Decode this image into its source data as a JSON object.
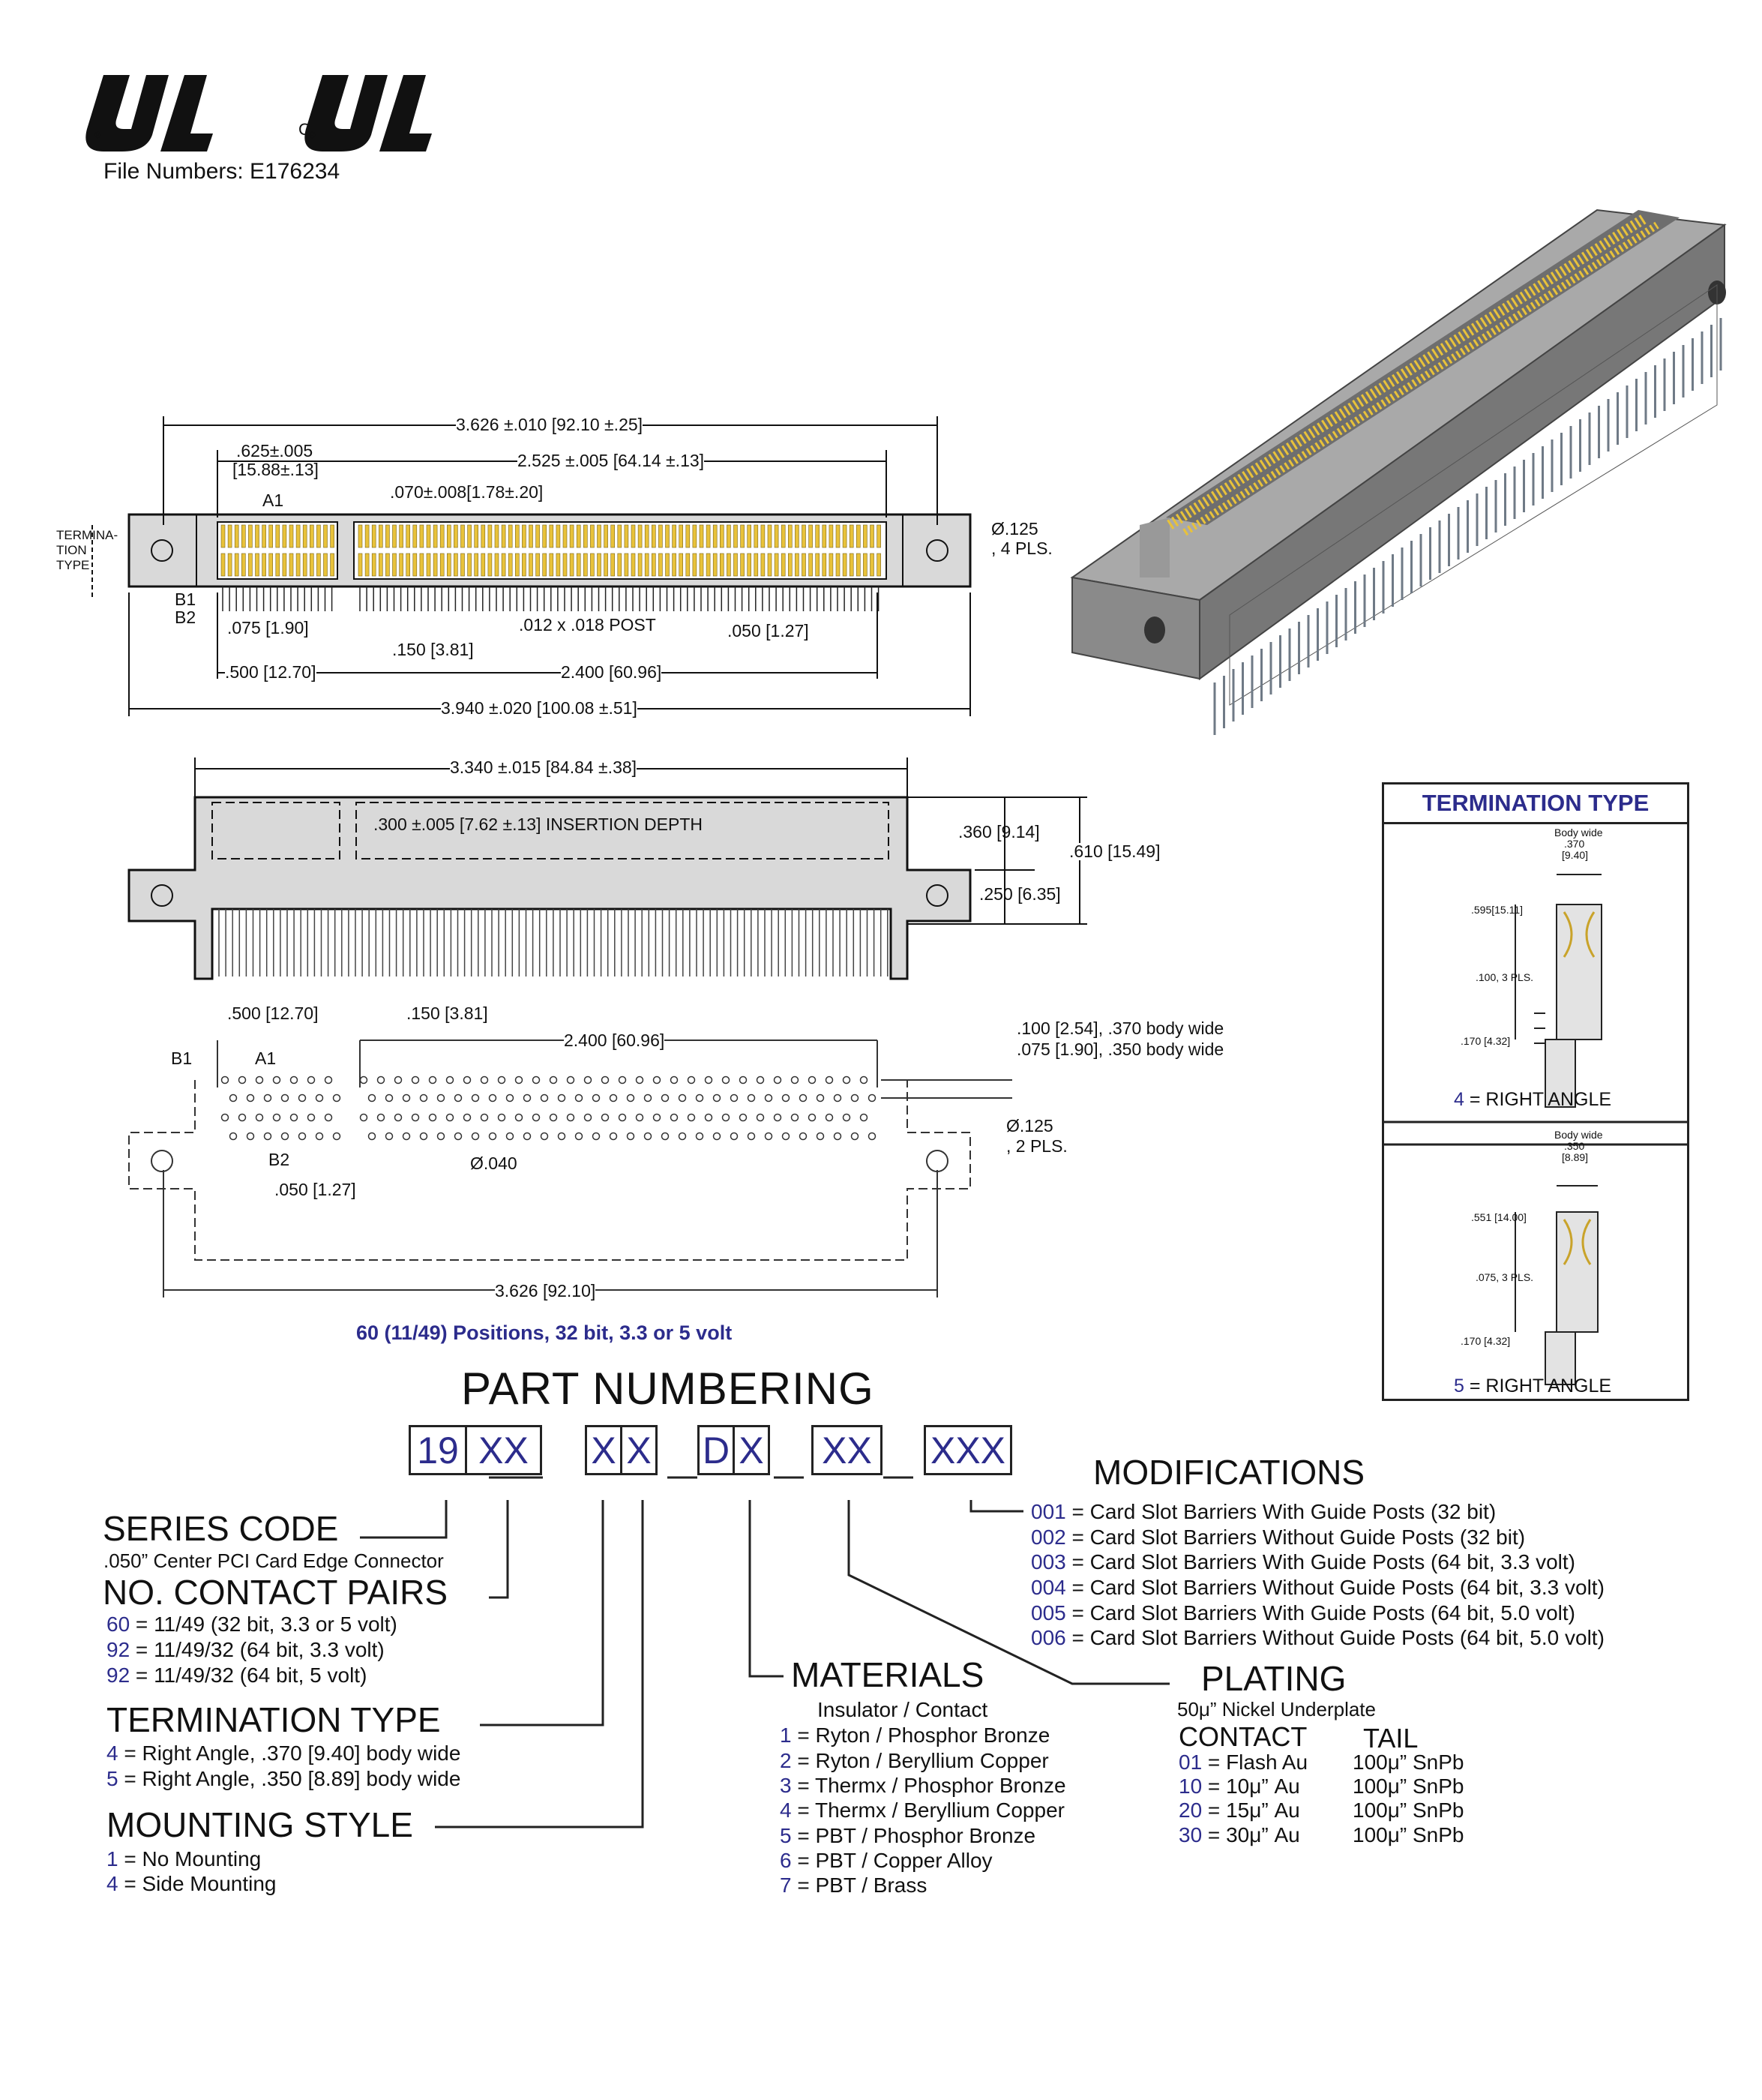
{
  "header": {
    "file_numbers": "File Numbers: E176234",
    "ul_mark_text": "UL",
    "registered": "®",
    "c_mark": "C",
    "c_registered": "®"
  },
  "top_view": {
    "dims": {
      "overall_length": "3.626 ±.010 [92.10 ±.25]",
      "first_offset": ".625±.005",
      "first_offset_mm": "[15.88±.13]",
      "second_length": "2.525 ±.005 [64.14 ±.13]",
      "key_width": ".070±.008[1.78±.20]",
      "a1": "A1",
      "termination": "TERMINA-",
      "termination2": "TION",
      "termination3": "TYPE",
      "hole": "Ø.125",
      "hole_pls": ", 4 PLS.",
      "b1": "B1",
      "b2": "B2",
      "pitch1": ".075 [1.90]",
      "post": ".012 x .018 POST",
      "pitch2": ".050 [1.27]",
      "pitch3": ".150 [3.81]",
      "row1": ".500 [12.70]",
      "row2": "2.400 [60.96]",
      "total": "3.940 ±.020 [100.08 ±.51]"
    }
  },
  "side_view": {
    "dims": {
      "width": "3.340 ±.015 [84.84 ±.38]",
      "insertion": ".300 ±.005 [7.62 ±.13] INSERTION DEPTH",
      "h1": ".360 [9.14]",
      "h2": ".610 [15.49]",
      "h3": ".250 [6.35]"
    }
  },
  "footprint": {
    "dims": {
      "d500": ".500 [12.70]",
      "d150": ".150 [3.81]",
      "d2400": "2.400 [60.96]",
      "wide370": ".100 [2.54], .370 body wide",
      "wide350": ".075 [1.90], .350 body wide",
      "b1": "B1",
      "a1": "A1",
      "b2": "B2",
      "hole": "Ø.125",
      "hole_pls": ", 2 PLS.",
      "drill": "Ø.040",
      "pitch": ".050 [1.27]",
      "span": "3.626 [92.10]"
    },
    "caption": "60 (11/49) Positions, 32 bit, 3.3 or 5 volt"
  },
  "termination_panel": {
    "title": "TERMINATION TYPE",
    "a": {
      "body_wide": "Body wide",
      "body_val": ".370",
      "body_mm": "[9.40]",
      "height": ".595[15.11]",
      "pls": ".100, 3 PLS.",
      "tail": ".170 [4.32]",
      "code": "4",
      "label": " = RIGHT ANGLE"
    },
    "b": {
      "body_wide": "Body wide",
      "body_val": ".350",
      "body_mm": "[8.89]",
      "height": ".551 [14.00]",
      "pls": ".075, 3 PLS.",
      "tail": ".170 [4.32]",
      "code": "5",
      "label": " = RIGHT ANGLE"
    }
  },
  "part_numbering": {
    "title": "PART NUMBERING",
    "boxes": [
      "19",
      "XX",
      "X",
      "X",
      "D",
      "X",
      "XX",
      "XXX"
    ],
    "series": {
      "title": "SERIES CODE",
      "desc": ".050” Center PCI Card Edge Connector"
    },
    "contact_pairs": {
      "title": "NO. CONTACT PAIRS",
      "items": [
        {
          "code": "60",
          "text": " = 11/49      (32 bit, 3.3 or 5 volt)"
        },
        {
          "code": "92",
          "text": " = 11/49/32 (64 bit, 3.3 volt)"
        },
        {
          "code": "92",
          "text": " = 11/49/32 (64 bit, 5 volt)"
        }
      ]
    },
    "termination": {
      "title": "TERMINATION TYPE",
      "items": [
        {
          "code": "4",
          "text": " = Right Angle, .370 [9.40] body wide"
        },
        {
          "code": "5",
          "text": " = Right Angle, .350 [8.89] body wide"
        }
      ]
    },
    "mounting": {
      "title": "MOUNTING STYLE",
      "items": [
        {
          "code": "1",
          "text": " = No Mounting"
        },
        {
          "code": "4",
          "text": " = Side Mounting"
        }
      ]
    },
    "materials": {
      "title": "MATERIALS",
      "subtitle": "Insulator / Contact",
      "items": [
        {
          "code": "1",
          "text": " = Ryton / Phosphor Bronze"
        },
        {
          "code": "2",
          "text": " = Ryton / Beryllium Copper"
        },
        {
          "code": "3",
          "text": " = Thermx / Phosphor Bronze"
        },
        {
          "code": "4",
          "text": " = Thermx / Beryllium Copper"
        },
        {
          "code": "5",
          "text": " = PBT / Phosphor Bronze"
        },
        {
          "code": "6",
          "text": " = PBT / Copper Alloy"
        },
        {
          "code": "7",
          "text": " = PBT / Brass"
        }
      ]
    },
    "modifications": {
      "title": "MODIFICATIONS",
      "items": [
        {
          "code": "001",
          "text": " = Card Slot Barriers With Guide Posts (32 bit)"
        },
        {
          "code": "002",
          "text": " = Card Slot Barriers Without Guide Posts (32 bit)"
        },
        {
          "code": "003",
          "text": " = Card Slot Barriers With Guide Posts (64 bit, 3.3 volt)"
        },
        {
          "code": "004",
          "text": " = Card Slot Barriers Without Guide Posts (64 bit, 3.3 volt)"
        },
        {
          "code": "005",
          "text": " = Card Slot Barriers With Guide Posts (64 bit, 5.0 volt)"
        },
        {
          "code": "006",
          "text": " = Card Slot Barriers Without Guide Posts (64 bit, 5.0 volt)"
        }
      ]
    },
    "plating": {
      "title": "PLATING",
      "subtitle": "50μ” Nickel Underplate",
      "col_contact": "CONTACT",
      "col_tail": "TAIL",
      "items": [
        {
          "code": "01",
          "contact": " = Flash Au",
          "tail": "100μ” SnPb"
        },
        {
          "code": "10",
          "contact": " = 10μ” Au",
          "tail": "100μ” SnPb"
        },
        {
          "code": "20",
          "contact": " = 15μ” Au",
          "tail": "100μ” SnPb"
        },
        {
          "code": "30",
          "contact": " = 30μ” Au",
          "tail": "100μ” SnPb"
        }
      ]
    }
  },
  "colors": {
    "accent": "#2c2c8c",
    "body_gray": "#d9d9d9",
    "gold": "#e8c23a",
    "connector_gray": "#8a8a8a"
  }
}
